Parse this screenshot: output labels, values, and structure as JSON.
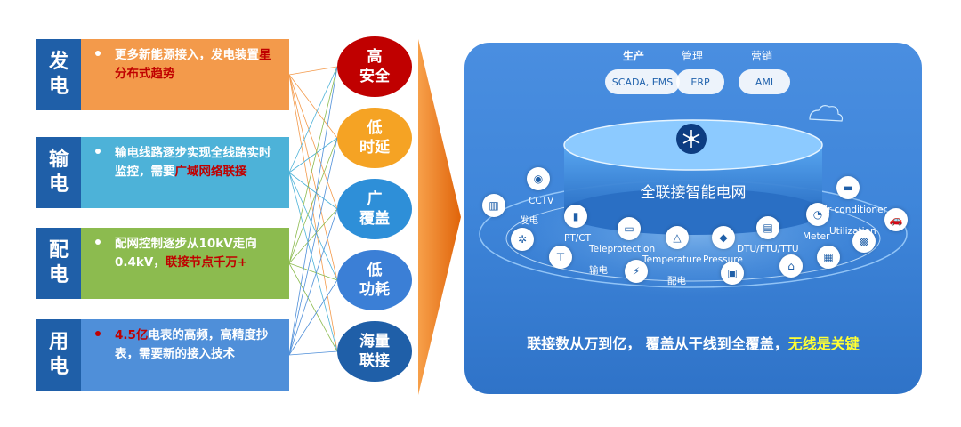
{
  "rows": [
    {
      "label_top": "发",
      "label_bottom": "电",
      "text_parts": [
        "更多新能源接入，发电装置",
        "星分布式趋势"
      ],
      "color": "#f39a4b"
    },
    {
      "label_top": "输",
      "label_bottom": "电",
      "text_parts": [
        "输电线路逐步实现全线路实时监控，需要",
        "广域网络联接"
      ],
      "color": "#4db2d8"
    },
    {
      "label_top": "配",
      "label_bottom": "电",
      "text_parts": [
        "配网控制逐步从10kV走向0.4kV，",
        "联接节点千万+"
      ],
      "color": "#8cbb4f"
    },
    {
      "label_top": "用",
      "label_bottom": "电",
      "text_parts": [
        "4.5亿",
        "电表的高频，高精度抄表，需要新的接入技术"
      ],
      "color": "#4f8fd9"
    }
  ],
  "circles": [
    {
      "line1": "高",
      "line2": "安全",
      "color": "#c00000"
    },
    {
      "line1": "低",
      "line2": "时延",
      "color": "#f5a324"
    },
    {
      "line1": "广",
      "line2": "覆盖",
      "color": "#2e8fd8"
    },
    {
      "line1": "低",
      "line2": "功耗",
      "color": "#3b7fd6"
    },
    {
      "line1": "海量",
      "line2": "联接",
      "color": "#1f5fa8"
    }
  ],
  "panel": {
    "top_labels": [
      "生产",
      "管理",
      "营销"
    ],
    "clouds": [
      "SCADA, EMS",
      "ERP",
      "AMI"
    ],
    "center_label": "全联接智能电网",
    "tags": [
      "CCTV",
      "发电",
      "PT/CT",
      "Teleprotection",
      "Temperature",
      "Pressure",
      "DTU/FTU/TTU",
      "Meter",
      "Utilization",
      "Air-conditioner",
      "输电",
      "配电"
    ],
    "bottom_text_main": "联接数从万到亿， 覆盖从干线到全覆盖，",
    "bottom_text_highlight": "无线是关键"
  },
  "colors": {
    "arrow": "#f07d12",
    "label_bg": "#1f5fa8",
    "highlight_red": "#c00000",
    "highlight_yellow": "#ffff33"
  },
  "icons": [
    "wind-turbine-icon",
    "transformer-icon",
    "camera-icon",
    "meter-icon",
    "house-icon",
    "solar-panel-icon",
    "car-icon",
    "hub-icon"
  ]
}
